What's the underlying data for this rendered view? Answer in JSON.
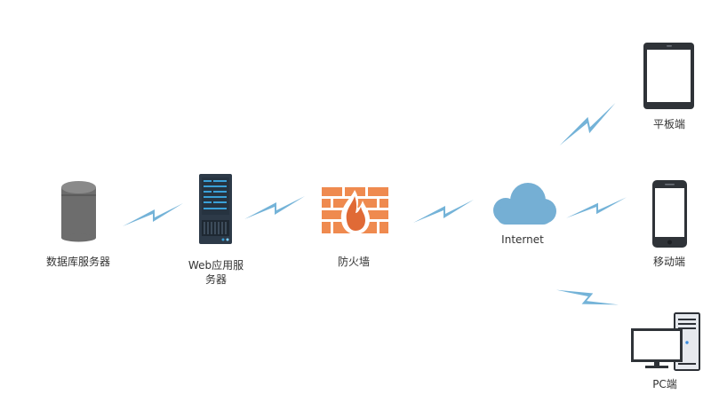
{
  "colors": {
    "bolt": "#74b3d8",
    "cloud": "#75afd4",
    "firewall_brick": "#ef8a4f",
    "firewall_flame": "#e06a36",
    "device_dark": "#2f3338",
    "server_dark": "#2d3a48",
    "server_accent": "#3aa0d8",
    "db_body": "#6d6d6d",
    "db_top": "#8a8a8a",
    "pc_case": "#e6e9ee"
  },
  "nodes": {
    "database": {
      "label": "数据库服务器",
      "icon": "database-icon"
    },
    "web_server": {
      "label_line1": "Web应用服",
      "label_line2": "务器",
      "icon": "server-rack-icon"
    },
    "firewall": {
      "label": "防火墙",
      "icon": "firewall-icon"
    },
    "internet": {
      "label": "Internet",
      "icon": "cloud-icon"
    },
    "tablet": {
      "label": "平板端",
      "icon": "tablet-icon"
    },
    "mobile": {
      "label": "移动端",
      "icon": "smartphone-icon"
    },
    "pc": {
      "label": "PC端",
      "icon": "desktop-pc-icon"
    }
  },
  "connections": [
    {
      "from": "database",
      "to": "web_server"
    },
    {
      "from": "web_server",
      "to": "firewall"
    },
    {
      "from": "firewall",
      "to": "internet"
    },
    {
      "from": "internet",
      "to": "tablet"
    },
    {
      "from": "internet",
      "to": "mobile"
    },
    {
      "from": "internet",
      "to": "pc"
    }
  ]
}
